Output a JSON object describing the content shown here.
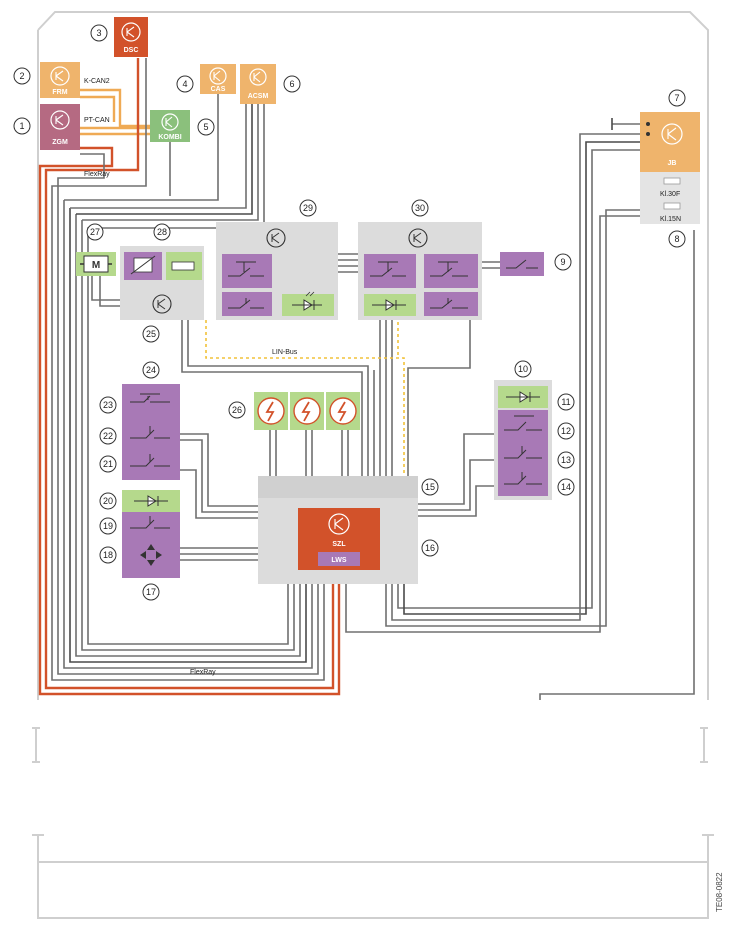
{
  "nodes": {
    "dsc": {
      "num": "3",
      "label": "DSC",
      "color": "#d2522a"
    },
    "frm": {
      "num": "2",
      "label": "FRM",
      "color": "#efb46c"
    },
    "zgm": {
      "num": "1",
      "label": "ZGM",
      "color": "#b56a82"
    },
    "kombi": {
      "num": "5",
      "label": "KOMBI",
      "color": "#8bc07c"
    },
    "cas": {
      "num": "4",
      "label": "CAS",
      "color": "#efb46c"
    },
    "acsm": {
      "num": "6",
      "label": "ACSM",
      "color": "#efb46c"
    },
    "jb": {
      "num": "7",
      "label": "JB",
      "color": "#efb46c"
    },
    "kl30f": {
      "label": "Kl.30F"
    },
    "kl15n": {
      "label": "Kl.15N"
    },
    "n8": {
      "num": "8"
    },
    "szl": {
      "label": "SZL",
      "color": "#d2522a"
    },
    "lws": {
      "label": "LWS",
      "color": "#a879b6"
    }
  },
  "components": {
    "n9": "9",
    "n10": "10",
    "n11": "11",
    "n12": "12",
    "n13": "13",
    "n14": "14",
    "n15": "15",
    "n16": "16",
    "n17": "17",
    "n18": "18",
    "n19": "19",
    "n20": "20",
    "n21": "21",
    "n22": "22",
    "n23": "23",
    "n24": "24",
    "n25": "25",
    "n26": "26",
    "n27": "27",
    "n28": "28",
    "n29": "29",
    "n30": "30"
  },
  "buses": {
    "kcan2": "K-CAN2",
    "ptcan": "PT-CAN",
    "flexray_top": "FlexRay",
    "flexray_bottom": "FlexRay",
    "linbus": "LIN-Bus"
  },
  "motor": {
    "label": "M"
  },
  "figure_code": "TE08-0822",
  "colors": {
    "purple": "#a879b6",
    "green": "#b5d98c",
    "grey": "#dcdcdc",
    "red": "#d2522a",
    "orange": "#efb46c"
  }
}
